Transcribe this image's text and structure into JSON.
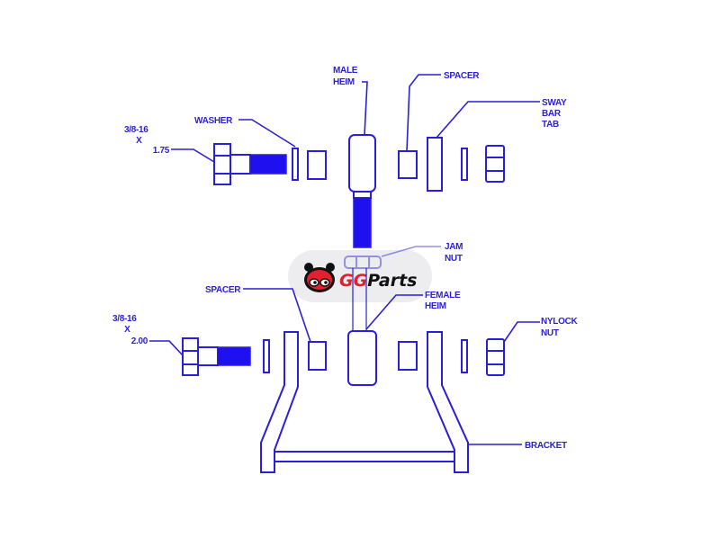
{
  "labels": {
    "bolt_top": [
      "3/8-16",
      "X",
      "1.75"
    ],
    "washer": "WASHER",
    "male_heim": [
      "MALE",
      "HEIM"
    ],
    "spacer_top": "SPACER",
    "sway_bar_tab": [
      "SWAY",
      "BAR",
      "TAB"
    ],
    "jam_nut": [
      "JAM",
      "NUT"
    ],
    "female_heim": [
      "FEMALE",
      "HEIM"
    ],
    "spacer_bottom": "SPACER",
    "bolt_bottom": [
      "3/8-16",
      "X",
      "2.00"
    ],
    "nylock_nut": [
      "NYLOCK",
      "NUT"
    ],
    "bracket": "BRACKET"
  },
  "logo": {
    "part1": "GG",
    "part2": "Parts"
  },
  "colors": {
    "line": "#2a1fd6",
    "logo_red": "#e3202c"
  }
}
